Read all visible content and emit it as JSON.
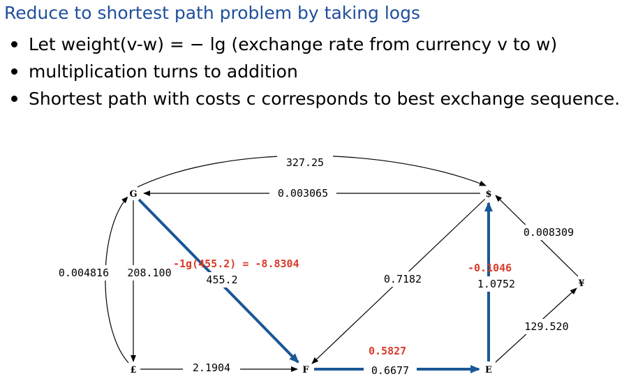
{
  "heading": "Reduce to shortest path problem by taking logs",
  "bullets": [
    "Let weight(v-w) = − lg (exchange rate from currency v to w)",
    "multiplication turns to addition",
    "Shortest path with costs c corresponds to best exchange sequence."
  ],
  "colors": {
    "heading": "#1f4e9c",
    "highlight_edge": "#1a5796",
    "log_value": "#d93a2b",
    "edge": "#000000"
  },
  "nodes": [
    {
      "id": "G",
      "label": "G"
    },
    {
      "id": "USD",
      "label": "$"
    },
    {
      "id": "GBP",
      "label": "£"
    },
    {
      "id": "F",
      "label": "F"
    },
    {
      "id": "E",
      "label": "E"
    },
    {
      "id": "JPY",
      "label": "¥"
    }
  ],
  "edges": [
    {
      "id": "g-usd-top",
      "label": "327.25"
    },
    {
      "id": "usd-g",
      "label": "0.003065"
    },
    {
      "id": "g-gbp-outer",
      "label": "0.004816"
    },
    {
      "id": "g-gbp-inner",
      "label": "208.100"
    },
    {
      "id": "g-f",
      "label": "455.2",
      "log_label": "-1g(455.2) = -8.8304",
      "highlighted": true
    },
    {
      "id": "usd-f",
      "label": "0.7182"
    },
    {
      "id": "e-usd",
      "label": "1.0752",
      "log_label": "-0.1046",
      "highlighted": true
    },
    {
      "id": "jpy-usd",
      "label": "0.008309"
    },
    {
      "id": "gbp-f",
      "label": "2.1904"
    },
    {
      "id": "f-e",
      "label": "0.6677",
      "log_label": "0.5827",
      "highlighted": true
    },
    {
      "id": "e-jpy",
      "label": "129.520"
    }
  ]
}
